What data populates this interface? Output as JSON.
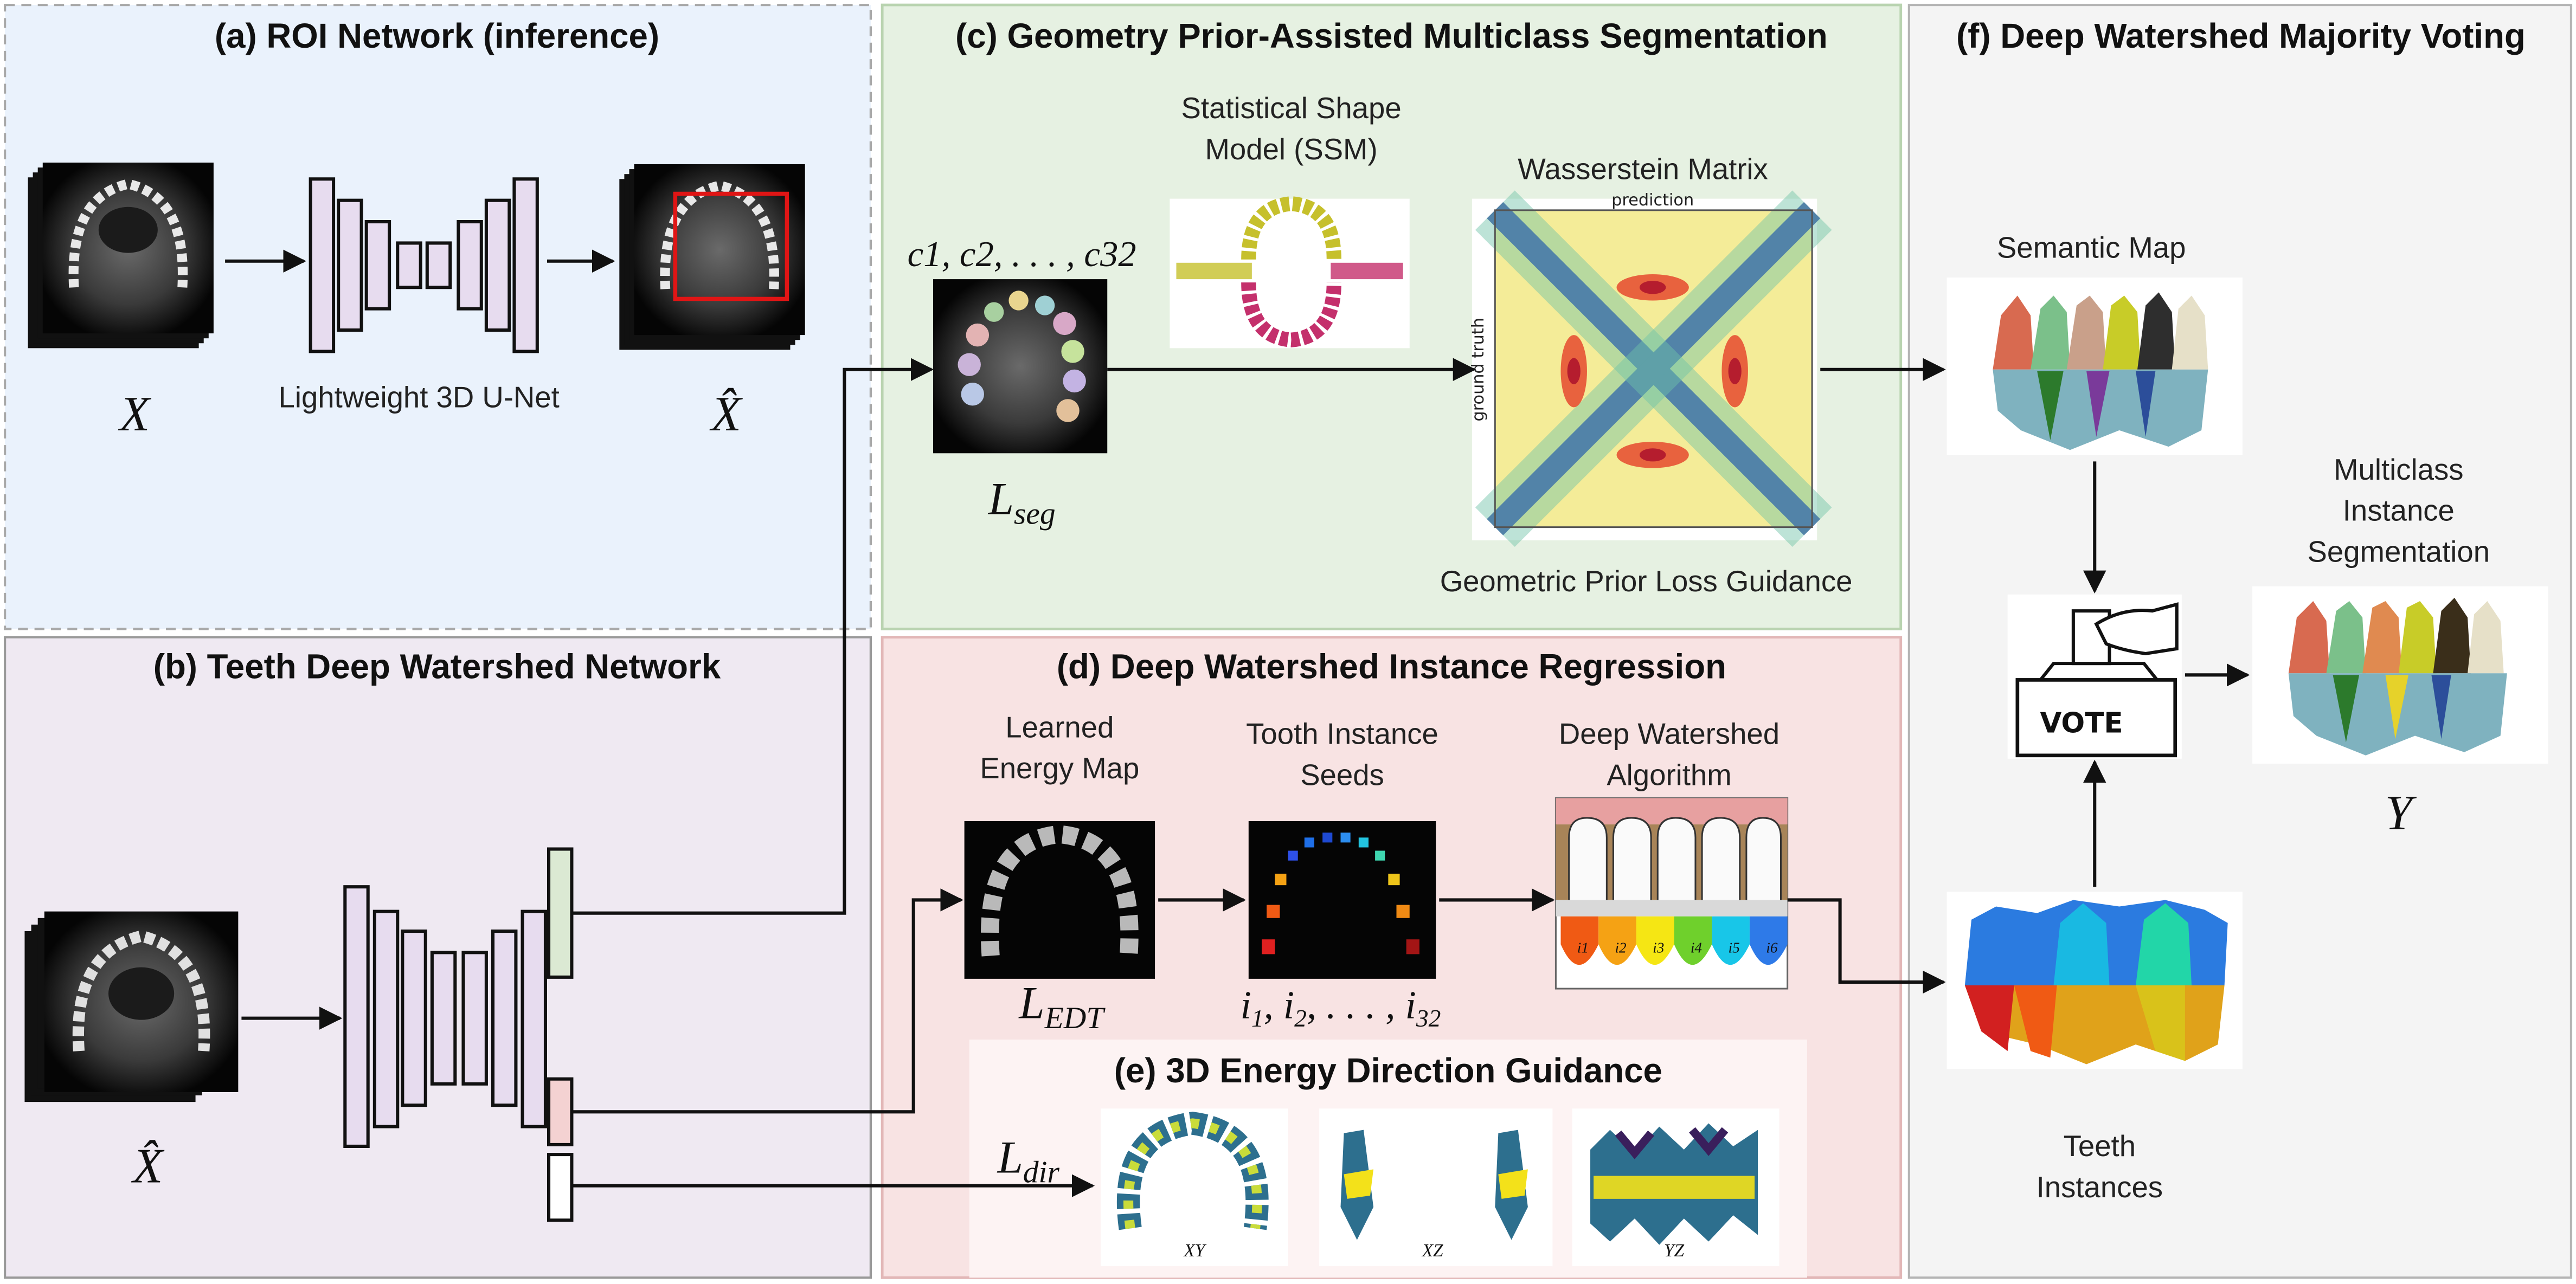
{
  "panels": {
    "a": {
      "title": "(a) ROI Network (inference)",
      "net_label": "Lightweight 3D U-Net",
      "input_symbol": "X",
      "output_symbol": "X̂"
    },
    "b": {
      "title": "(b) Teeth Deep Watershed Network",
      "input_symbol": "X̂"
    },
    "c": {
      "title": "(c) Geometry Prior-Assisted Multiclass Segmentation",
      "ssm_line1": "Statistical Shape",
      "ssm_line2": "Model (SSM)",
      "wasserstein": "Wasserstein Matrix",
      "classes": "c1, c2, . . . , c32",
      "loss": "Lseg",
      "guidance": "Geometric Prior Loss Guidance",
      "matrix_top": "prediction",
      "matrix_side": "ground truth"
    },
    "d": {
      "title": "(d) Deep Watershed Instance Regression",
      "energy_line1": "Learned",
      "energy_line2": "Energy Map",
      "seeds_line1": "Tooth Instance",
      "seeds_line2": "Seeds",
      "algo_line1": "Deep Watershed",
      "algo_line2": "Algorithm",
      "loss": "LEDT",
      "seeds_symbol": "i1, i2, . . . , i32",
      "instance_labels": [
        "i1",
        "i2",
        "i3",
        "i4",
        "i5",
        "i6"
      ]
    },
    "e": {
      "title": "(e) 3D Energy Direction Guidance",
      "loss": "Ldir",
      "views": [
        "XY",
        "XZ",
        "YZ"
      ]
    },
    "f": {
      "title": "(f) Deep Watershed Majority Voting",
      "semantic": "Semantic Map",
      "result_line1": "Multiclass",
      "result_line2": "Instance",
      "result_line3": "Segmentation",
      "output_symbol": "Y",
      "instances_line1": "Teeth",
      "instances_line2": "Instances",
      "vote": "VOTE"
    }
  },
  "colors": {
    "panel_a": "#eaf2fc",
    "panel_b": "#efe9f2",
    "panel_c": "#e6f1e2",
    "panel_d": "#f8e3e3",
    "panel_e": "#fdf3f3",
    "panel_f": "#f4f4f4",
    "unet_block": "#e7dcef",
    "roi_box": "#e01515"
  }
}
